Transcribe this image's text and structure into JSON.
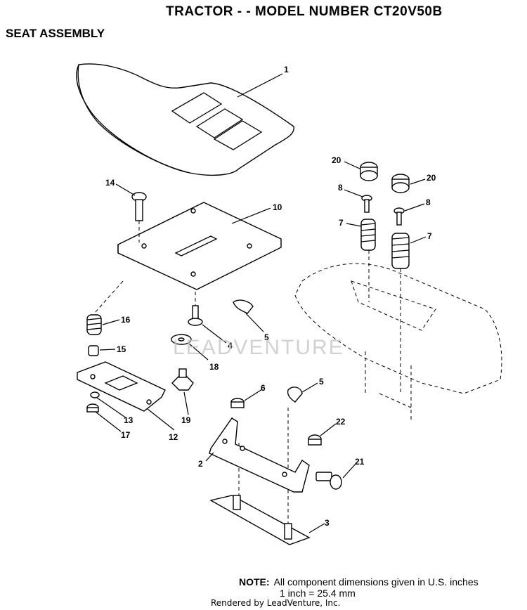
{
  "header": {
    "title": "TRACTOR - - MODEL NUMBER CT20V50B",
    "subtitle": "SEAT ASSEMBLY"
  },
  "callouts": [
    "1",
    "14",
    "10",
    "20",
    "8",
    "7",
    "20",
    "8",
    "7",
    "16",
    "15",
    "4",
    "5",
    "18",
    "12",
    "13",
    "17",
    "19",
    "6",
    "5",
    "22",
    "2",
    "21",
    "3"
  ],
  "watermark": "LEADVENTURE",
  "note": {
    "label": "NOTE:",
    "line1": "All component dimensions given in U.S. inches",
    "line2": "1 inch = 25.4 mm"
  },
  "footer": "Rendered by LeadVenture, Inc."
}
